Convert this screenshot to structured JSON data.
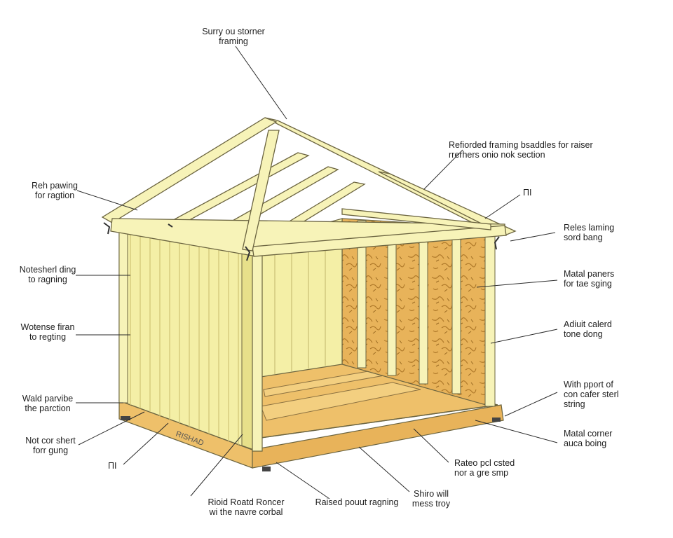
{
  "colors": {
    "panel": "#f4efa6",
    "panel_dark": "#e7e08a",
    "frame": "#f7f3b8",
    "floor": "#eec06a",
    "osb": "#e8b35a",
    "outline": "#6b6440",
    "leader": "#2a2a2a"
  },
  "labels": {
    "roof_top": [
      "Surry ou storner",
      "framing"
    ],
    "reinforced": [
      "Refiorded framing bsaddles for raiser",
      "rrerhers onio nok section"
    ],
    "roof_section": [
      "Reh pawing",
      "for ragtion"
    ],
    "ml_top_right": [
      "ΠΙ"
    ],
    "raised_framing": [
      "Reles laming",
      "sord bang"
    ],
    "metal_panels": [
      "Matal paners",
      "for tae sging"
    ],
    "notes_siding": [
      "Notesherl ding",
      "to ragning"
    ],
    "adjustable": [
      "Adiuit calerd",
      "tone dong"
    ],
    "wide_frame": [
      "Wotense firan",
      "to regting"
    ],
    "wall_partition": [
      "Wald parvibe",
      "the parction"
    ],
    "with_support": [
      "With pport of",
      "con cafer sterl",
      "string"
    ],
    "not_sheet": [
      "Not cor shert",
      "forr gung"
    ],
    "metal_corner": [
      "Matal corner",
      "auca boing"
    ],
    "ml_bottom_left": [
      "ΠΙ"
    ],
    "rated_pipe": [
      "Rateo pcl csted",
      "nor a gre smp"
    ],
    "shiro": [
      "Shiro will",
      "mess troy"
    ],
    "raised_port": [
      "Raised pouut ragning"
    ],
    "rigid_board": [
      "Rioid Roatd Roncer",
      "wi the navre corbal"
    ]
  },
  "stamp": "RISHAD"
}
